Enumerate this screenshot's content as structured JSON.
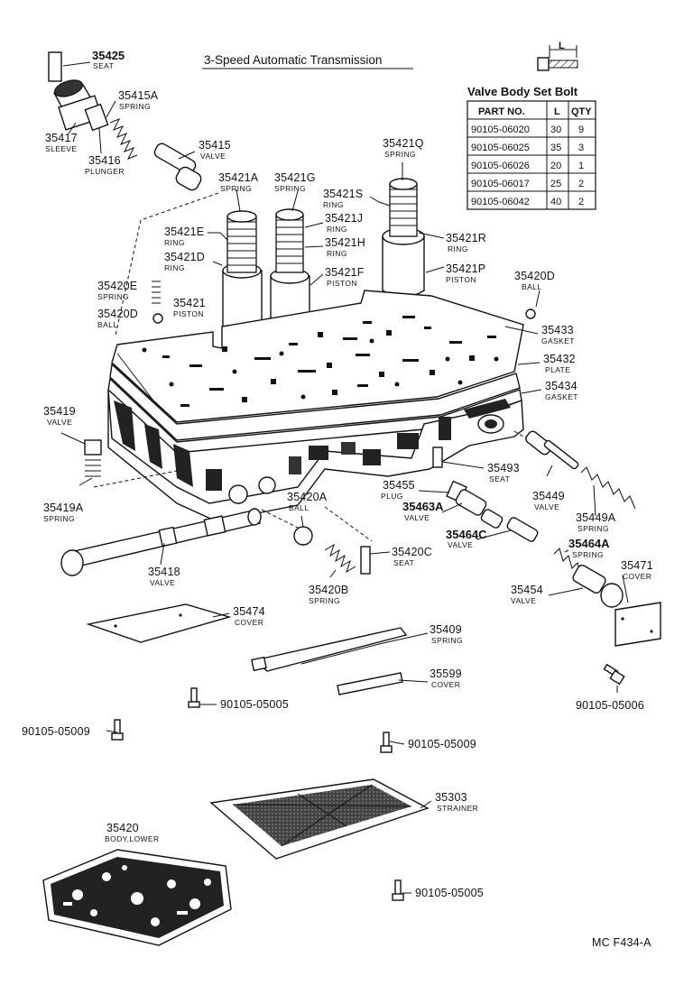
{
  "title": "3-Speed Automatic Transmission",
  "footer_code": "MC F434-A",
  "bolt_table": {
    "title": "Valve Body Set Bolt",
    "bolt_dim_label": "L",
    "headers": [
      "PART NO.",
      "L",
      "QTY"
    ],
    "rows": [
      [
        "90105-06020",
        "30",
        "9"
      ],
      [
        "90105-06025",
        "35",
        "3"
      ],
      [
        "90105-06026",
        "20",
        "1"
      ],
      [
        "90105-06017",
        "25",
        "2"
      ],
      [
        "90105-06042",
        "40",
        "2"
      ]
    ]
  },
  "parts": {
    "p35425": {
      "number": "35425",
      "name": "SEAT"
    },
    "p35415A": {
      "number": "35415A",
      "name": "SPRING"
    },
    "p35417": {
      "number": "35417",
      "name": "SLEEVE"
    },
    "p35416": {
      "number": "35416",
      "name": "PLUNGER"
    },
    "p35415": {
      "number": "35415",
      "name": "VALVE"
    },
    "p35421Q": {
      "number": "35421Q",
      "name": "SPRING"
    },
    "p35421A": {
      "number": "35421A",
      "name": "SPRING"
    },
    "p35421G": {
      "number": "35421G",
      "name": "SPRING"
    },
    "p35421S": {
      "number": "35421S",
      "name": "RING"
    },
    "p35421J": {
      "number": "35421J",
      "name": "RING"
    },
    "p35421E": {
      "number": "35421E",
      "name": "RING"
    },
    "p35421H": {
      "number": "35421H",
      "name": "RING"
    },
    "p35421R": {
      "number": "35421R",
      "name": "RING"
    },
    "p35421D": {
      "number": "35421D",
      "name": "RING"
    },
    "p35421F": {
      "number": "35421F",
      "name": "PISTON"
    },
    "p35421P": {
      "number": "35421P",
      "name": "PISTON"
    },
    "p35420D_r": {
      "number": "35420D",
      "name": "BALL"
    },
    "p35420E": {
      "number": "35420E",
      "name": "SPRING"
    },
    "p35421": {
      "number": "35421",
      "name": "PISTON"
    },
    "p35420D_l": {
      "number": "35420D",
      "name": "BALL"
    },
    "p35433": {
      "number": "35433",
      "name": "GASKET"
    },
    "p35432": {
      "number": "35432",
      "name": "PLATE"
    },
    "p35434": {
      "number": "35434",
      "name": "GASKET"
    },
    "p35419": {
      "number": "35419",
      "name": "VALVE"
    },
    "p35493": {
      "number": "35493",
      "name": "SEAT"
    },
    "p35455": {
      "number": "35455",
      "name": "PLUG"
    },
    "p35449": {
      "number": "35449",
      "name": "VALVE"
    },
    "p35419A": {
      "number": "35419A",
      "name": "SPRING"
    },
    "p35463A": {
      "number": "35463A",
      "name": "VALVE"
    },
    "p35420A": {
      "number": "35420A",
      "name": "BALL"
    },
    "p35449A": {
      "number": "35449A",
      "name": "SPRING"
    },
    "p35464C": {
      "number": "35464C",
      "name": "VALVE"
    },
    "p35464A": {
      "number": "35464A",
      "name": "SPRING"
    },
    "p35418": {
      "number": "35418",
      "name": "VALVE"
    },
    "p35420C": {
      "number": "35420C",
      "name": "SEAT"
    },
    "p35471": {
      "number": "35471",
      "name": "COVER"
    },
    "p35420B": {
      "number": "35420B",
      "name": "SPRING"
    },
    "p35454": {
      "number": "35454",
      "name": "VALVE"
    },
    "p35474": {
      "number": "35474",
      "name": "COVER"
    },
    "p35409": {
      "number": "35409",
      "name": "SPRING"
    },
    "p35599": {
      "number": "35599",
      "name": "COVER"
    },
    "p35303": {
      "number": "35303",
      "name": "STRAINER"
    },
    "p35420": {
      "number": "35420",
      "name": "BODY,LOWER"
    }
  },
  "bolts": {
    "b_mid": "90105-05005",
    "b_left": "90105-05009",
    "b_right": "90105-05006",
    "b_center": "90105-05009",
    "b_bottom": "90105-05005"
  }
}
